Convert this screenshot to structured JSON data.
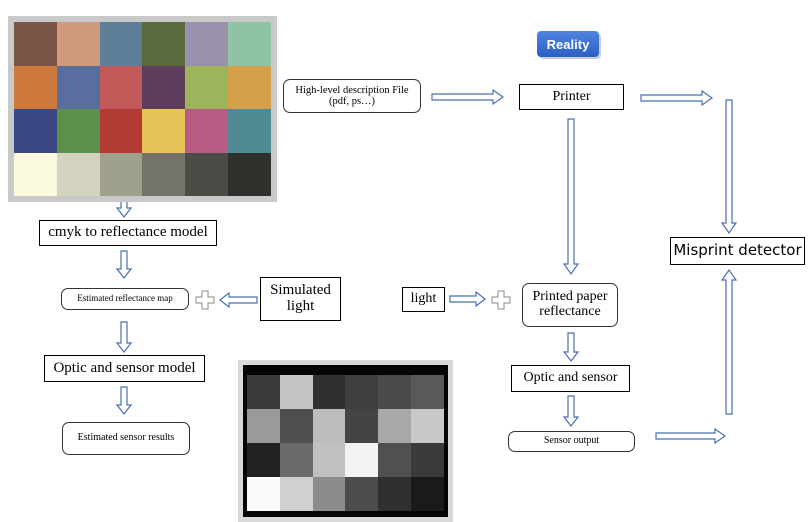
{
  "badge": {
    "label": "Reality"
  },
  "nodes": {
    "cmyk": "cmyk to reflectance model",
    "est_refl": "Estimated reflectance map",
    "sim_light": "Simulated light",
    "optic_sensor_model": "Optic and sensor model",
    "est_sensor": "Estimated sensor results",
    "highlevel": "High-level description File (pdf, ps…)",
    "printer": "Printer",
    "light": "light",
    "printed_paper": "Printed paper reflectance",
    "optic_sensor": "Optic and sensor",
    "sensor_output": "Sensor output",
    "misprint": "Misprint detector"
  },
  "colors": {
    "arrow_fill": "#ffffff",
    "arrow_stroke": "#4a6fb5",
    "badge": "#2f63cc"
  },
  "color_checker": [
    "#7a5545",
    "#d09a7f",
    "#5e7e98",
    "#5b6a3c",
    "#9a90ad",
    "#8fc3a6",
    "#cf7a3d",
    "#586e9f",
    "#c25a5a",
    "#5e3e5c",
    "#9db45b",
    "#d6a04a",
    "#3b4884",
    "#5c914c",
    "#b33b36",
    "#e6c457",
    "#b85c86",
    "#4e8b95",
    "#fbf9dd",
    "#d3d3c0",
    "#a0a08e",
    "#73736a",
    "#4b4c45",
    "#2f2f2c"
  ],
  "sensor_image": [
    "#3a3a3a",
    "#c4c4c4",
    "#303030",
    "#3e3e3e",
    "#4a4a4a",
    "#5a5a5a",
    "#9a9a9a",
    "#4e4e4e",
    "#bcbcbc",
    "#444444",
    "#a8a8a8",
    "#c8c8c8",
    "#222222",
    "#6a6a6a",
    "#c0c0c0",
    "#f2f2f2",
    "#505050",
    "#3a3a3a",
    "#fafafa",
    "#d0d0d0",
    "#8c8c8c",
    "#4c4c4c",
    "#303030",
    "#1a1a1a"
  ]
}
